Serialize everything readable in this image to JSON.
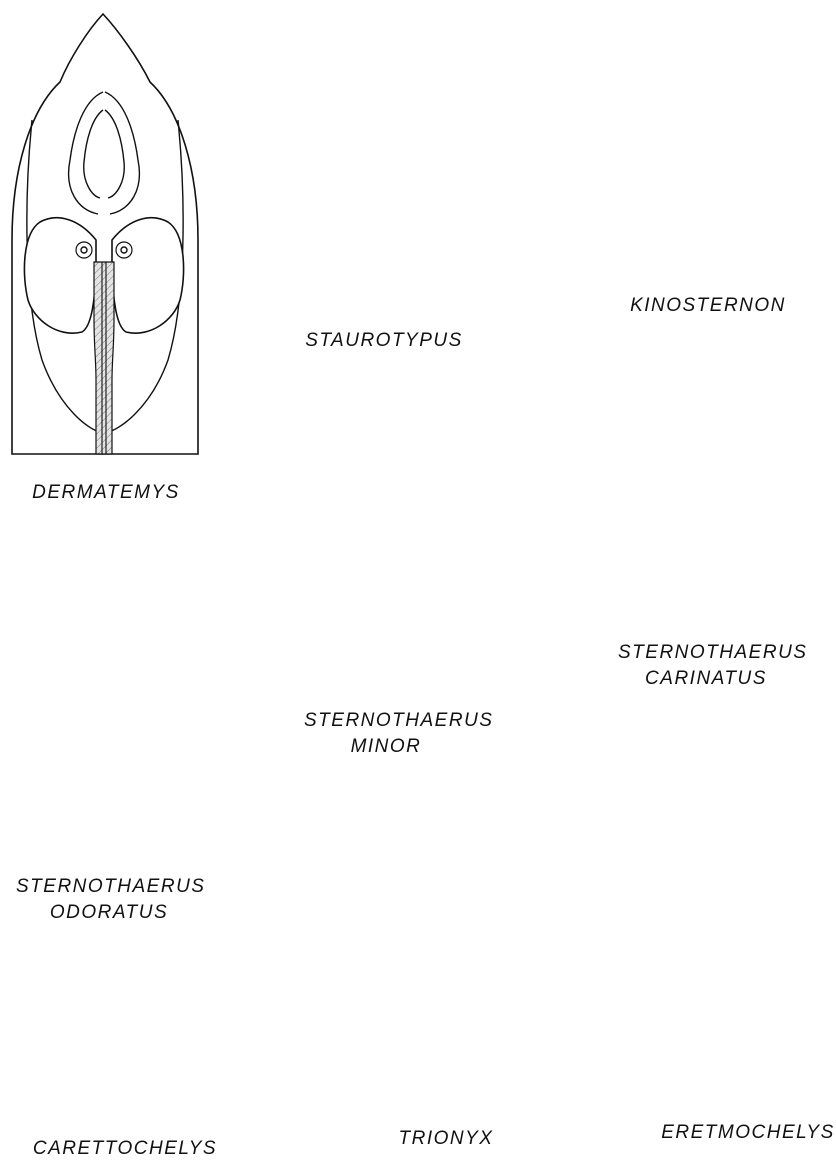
{
  "plate": {
    "labels": {
      "dermatemys": "DERMATEMYS",
      "staurotypus": "STAUROTYPUS",
      "kinosternon": "KINOSTERNON",
      "sternothaerus_minor_1": "STERNOTHAERUS",
      "sternothaerus_minor_2": "MINOR",
      "sternothaerus_carinatus_1": "STERNOTHAERUS",
      "sternothaerus_carinatus_2": "CARINATUS",
      "sternothaerus_odoratus_1": "STERNOTHAERUS",
      "sternothaerus_odoratus_2": "ODORATUS",
      "carettochelys": "CARETTOCHELYS",
      "trionyx": "TRIONYX",
      "eretmochelys": "ERETMOCHELYS"
    }
  }
}
